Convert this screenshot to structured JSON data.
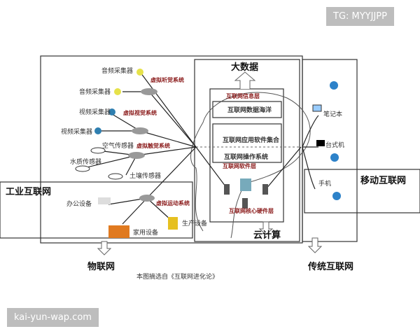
{
  "sensors": {
    "audio1": "音频采集器",
    "audio2": "音频采集器",
    "video1": "视频采集器",
    "video2": "视频采集器",
    "air": "空气传感器",
    "water": "水质传感器",
    "soil": "土壤传感器"
  },
  "systems": {
    "hearing": "虚拟听觉系统",
    "vision": "虚拟视觉系统",
    "touch": "虚拟触觉系统",
    "motion": "虚拟运动系统"
  },
  "devices": {
    "office": "办公设备",
    "home": "家用设备",
    "production": "生产设备"
  },
  "cloud": {
    "big_data": "大数据",
    "info_layer": "互联网信息层",
    "data_ocean": "互联网数据海洋",
    "app_set": "互联网应用软件集合",
    "os": "互联网操作系统",
    "software_layer": "互联网软件层",
    "hardware_layer": "互联网核心硬件层",
    "cloud_computing": "云计算"
  },
  "terminals": {
    "laptop": "笔记本",
    "desktop": "台式机",
    "phone": "手机"
  },
  "regions": {
    "industrial": "工业互联网",
    "mobile": "移动互联网",
    "iot": "物联网",
    "traditional": "传统互联网"
  },
  "caption": "本图摘选自《互联网进化论》",
  "watermarks": {
    "top": "TG: MYYJJPP",
    "bottom": "kai-yun-wap.com"
  }
}
